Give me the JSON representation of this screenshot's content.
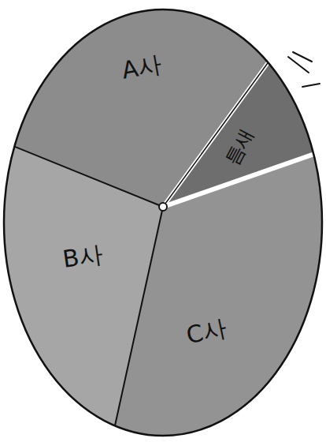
{
  "diagram": {
    "nodes": [
      {
        "text": [
          "A사"
        ]
      },
      {
        "text": [
          "틈새"
        ]
      },
      {
        "text": [
          "B사"
        ]
      },
      {
        "text": [
          "C사"
        ]
      }
    ]
  }
}
